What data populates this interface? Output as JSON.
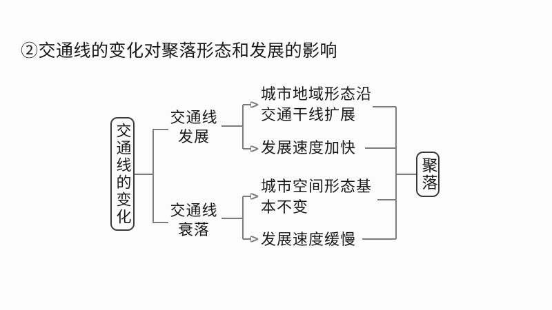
{
  "title": "②交通线的变化对聚落形态和发展的影响",
  "colors": {
    "background": "#fcfcfc",
    "text": "#1a1a1a",
    "line": "#7c7c7c",
    "box_border": "#3a3a3a"
  },
  "diagram": {
    "root": {
      "label": "交通线的变化"
    },
    "branches": [
      {
        "label": "交通线\n发展",
        "outcomes": [
          "城市地域形态沿\n交通干线扩展",
          "发展速度加快"
        ]
      },
      {
        "label": "交通线\n衰落",
        "outcomes": [
          "城市空间形态基\n本不变",
          "发展速度缓慢"
        ]
      }
    ],
    "result": {
      "label": "聚落"
    }
  }
}
